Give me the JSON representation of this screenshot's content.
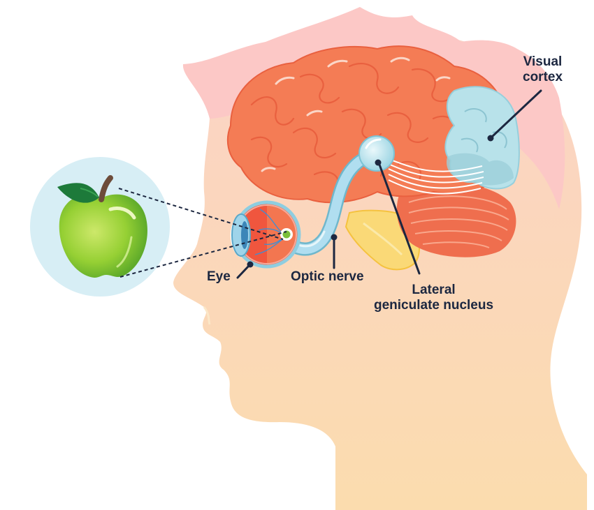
{
  "labels": {
    "eye": "Eye",
    "optic_nerve": "Optic nerve",
    "lgn_line1": "Lateral",
    "lgn_line2": "geniculate nucleus",
    "visual_line1": "Visual",
    "visual_line2": "cortex"
  },
  "colors": {
    "head_skin": "#fbd9b5",
    "hair": "#fcc4c4",
    "brain": "#f47c55",
    "cerebellum": "#ef6e4e",
    "visual_cortex": "#b8e2ea",
    "brainstem": "#fad977",
    "optic_nerve": "#a9dce9",
    "apple": "#8fce2f",
    "apple_bg": "#d7eef5",
    "label_text": "#1c2740"
  }
}
